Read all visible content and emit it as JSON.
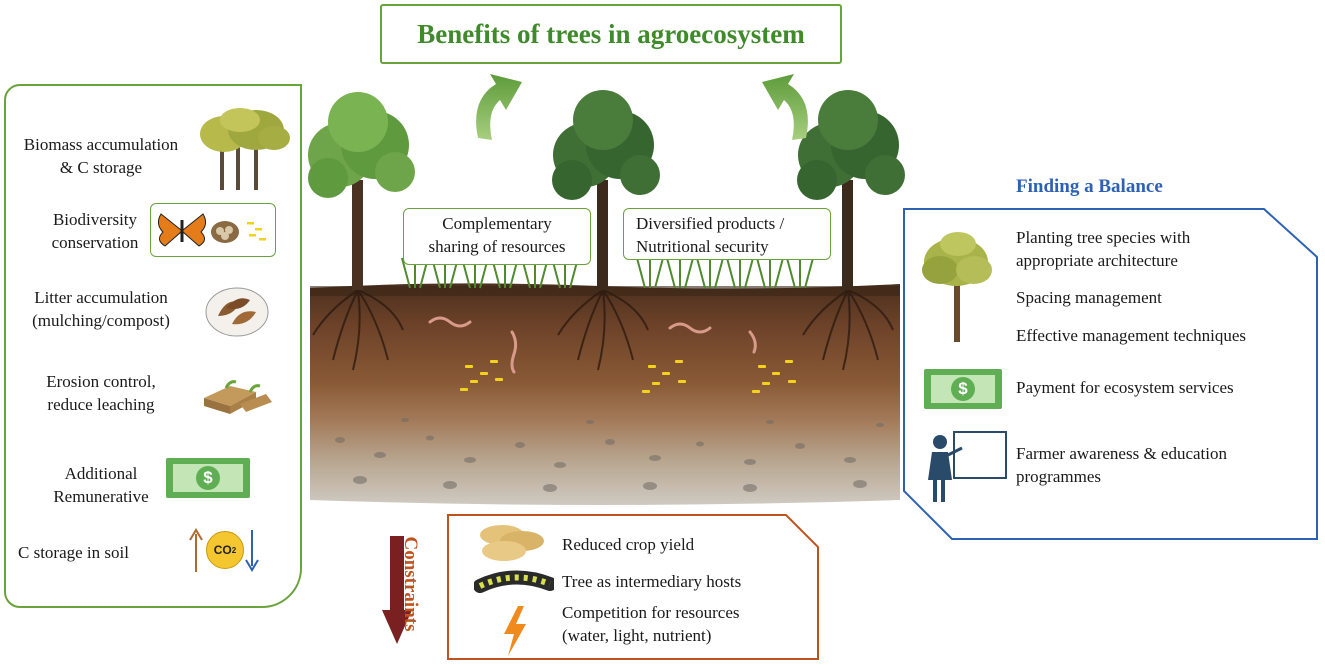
{
  "title": "Benefits of trees in agroecosystem",
  "benefits": [
    {
      "label": "Biomass accumulation & C storage",
      "line1": "Biomass accumulation",
      "line2": "& C storage",
      "icon": "trees-icon"
    },
    {
      "label": "Biodiversity conservation",
      "line1": "Biodiversity",
      "line2": "conservation",
      "icon": "butterfly-nest-icon"
    },
    {
      "label": "Litter accumulation (mulching/compost)",
      "line1": "Litter accumulation",
      "line2": "(mulching/compost)",
      "icon": "leaf-litter-icon"
    },
    {
      "label": "Erosion control, reduce leaching",
      "line1": "Erosion control,",
      "line2": "reduce leaching",
      "icon": "soil-blocks-icon"
    },
    {
      "label": "Additional Remunerative",
      "line1": "Additional",
      "line2": "Remunerative",
      "icon": "money-icon"
    },
    {
      "label": "C storage in soil",
      "line1": "C storage in soil",
      "line2": "",
      "icon": "co2-icon"
    }
  ],
  "center_boxes": [
    {
      "line1": "Complementary",
      "line2": "sharing of resources"
    },
    {
      "line1": "Diversified products /",
      "line2": "Nutritional security"
    }
  ],
  "balance": {
    "title": "Finding a Balance",
    "items": [
      {
        "line1": "Planting tree species with",
        "line2": "appropriate architecture"
      },
      {
        "line1": "Spacing management",
        "line2": ""
      },
      {
        "line1": "Effective management techniques",
        "line2": ""
      },
      {
        "line1": "Payment for ecosystem services",
        "line2": ""
      },
      {
        "line1": "Farmer awareness & education",
        "line2": "programmes"
      }
    ]
  },
  "constraints": {
    "title": "Constraints",
    "items": [
      {
        "line1": "Reduced crop yield",
        "line2": ""
      },
      {
        "line1": "Tree as intermediary hosts",
        "line2": ""
      },
      {
        "line1": "Competition for resources",
        "line2": "(water, light, nutrient)"
      }
    ]
  },
  "co2_label": "CO",
  "co2_sub": "2",
  "money_symbol": "$",
  "colors": {
    "green_border": "#6aa33c",
    "title_green": "#3f8a2a",
    "blue": "#2d62b3",
    "constraint_brown": "#c0531d",
    "arrow_dark_red": "#7a2020"
  }
}
